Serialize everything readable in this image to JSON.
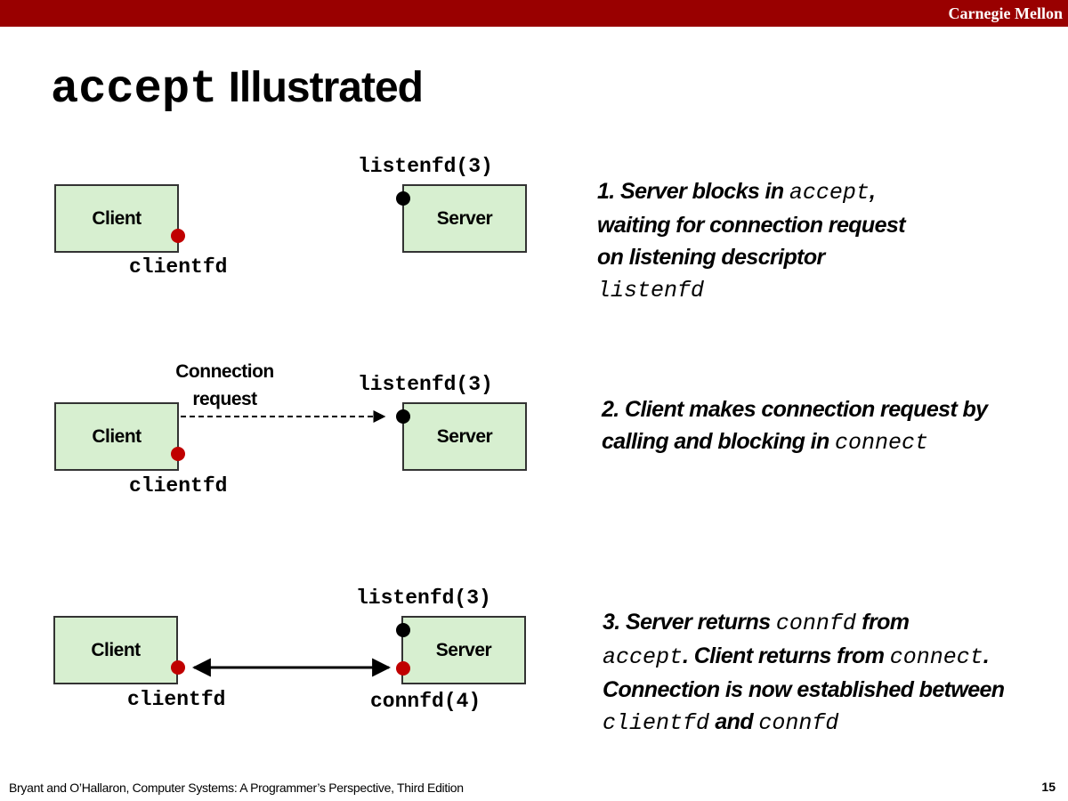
{
  "header": {
    "brand": "Carnegie Mellon"
  },
  "title": {
    "code": "accept",
    "text": " Illustrated"
  },
  "labels": {
    "client": "Client",
    "server": "Server",
    "clientfd": "clientfd",
    "listenfd": "listenfd(3)",
    "connfd": "connfd(4)",
    "connection_request_line1": "Connection",
    "connection_request_line2": "request"
  },
  "steps": {
    "step1": {
      "t1": "1. Server blocks in ",
      "c1": "accept",
      "t2": ",",
      "line2": "waiting for connection request",
      "line3": "on listening descriptor",
      "c2": "listenfd"
    },
    "step2": {
      "line1": "2. Client makes connection request by",
      "t1": "calling and blocking in ",
      "c1": "connect"
    },
    "step3": {
      "t1": "3. Server returns ",
      "c1": "connfd",
      "t2": " from",
      "c2": "accept",
      "t3": ". Client returns from ",
      "c3": "connect",
      "t4": ".",
      "line3": "Connection is now established between",
      "c4": "clientfd",
      "t5": " and ",
      "c5": "connfd"
    }
  },
  "footer": {
    "citation": "Bryant and O’Hallaron, Computer Systems: A Programmer’s Perspective, Third Edition",
    "page": "15"
  },
  "colors": {
    "header_bar": "#990000",
    "box_fill": "#d7efd0",
    "client_descriptor": "#c00000",
    "listen_descriptor": "#000000"
  }
}
